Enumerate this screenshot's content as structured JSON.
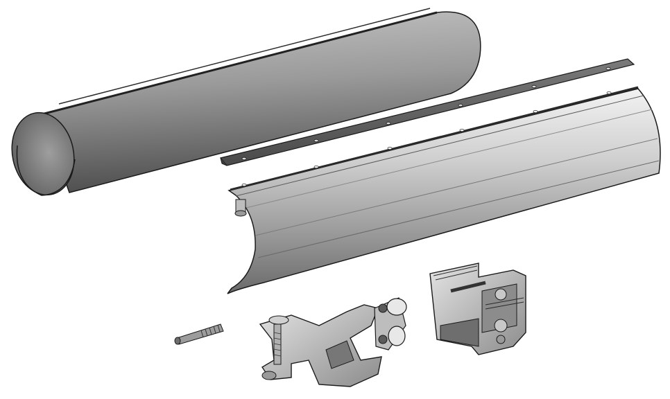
{
  "figure": {
    "parts": [
      {
        "id": "cylindrical-cover",
        "icon": "tube-icon"
      },
      {
        "id": "flat-clamp-strip",
        "icon": "strip-icon"
      },
      {
        "id": "half-shell-profile",
        "icon": "profile-icon"
      },
      {
        "id": "threaded-stud",
        "icon": "bolt-icon"
      },
      {
        "id": "swing-arm-bracket",
        "icon": "bracket-icon"
      },
      {
        "id": "u-clamp-bracket",
        "icon": "clamp-icon"
      }
    ],
    "colors": {
      "background": "#ffffff",
      "outline": "#1a1a1a",
      "metal_light": "#d9d9d9",
      "metal_mid": "#a8a8a8",
      "metal_dark": "#6e6e6e",
      "interior": "#8a8a8a"
    }
  }
}
